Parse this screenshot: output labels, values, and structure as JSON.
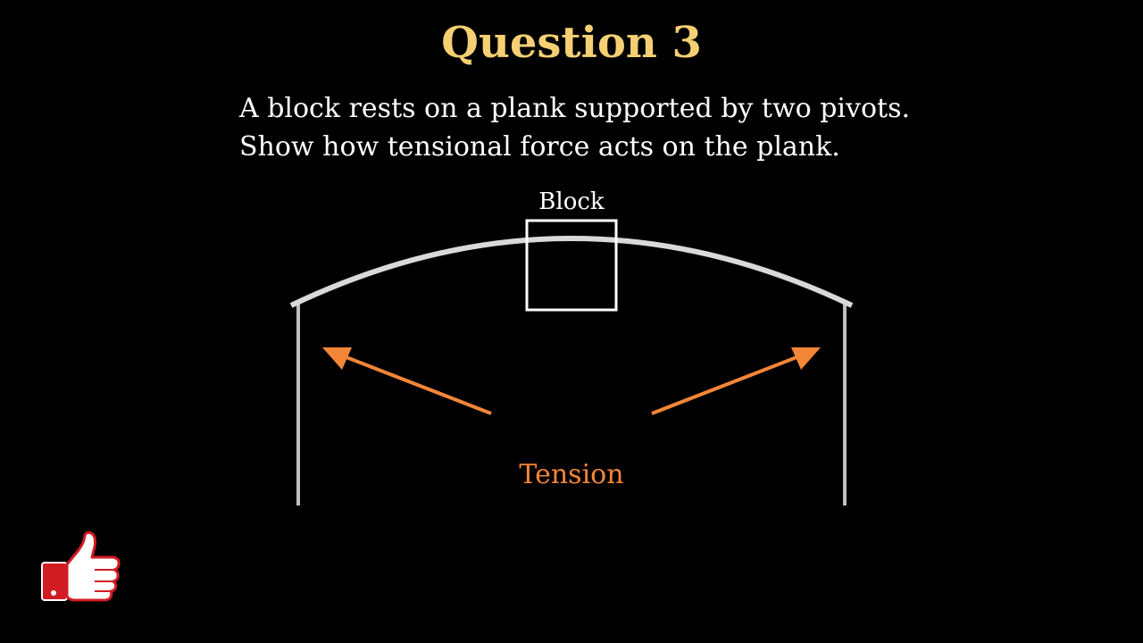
{
  "slide": {
    "title": "Question 3",
    "question_lines": [
      "A block rests on a plank supported by two pivots.",
      "Show how tensional force acts on the plank."
    ]
  },
  "diagram": {
    "block_label": "Block",
    "force_label": "Tension"
  },
  "colors": {
    "title": "#f5cf73",
    "text": "#ffffff",
    "plank": "#d9d9d9",
    "pivot": "#bfbfbf",
    "block": "#ffffff",
    "force_arrow": "#f48637",
    "background": "#000000"
  },
  "icons": {
    "feedback": "thumbs-up-icon"
  }
}
